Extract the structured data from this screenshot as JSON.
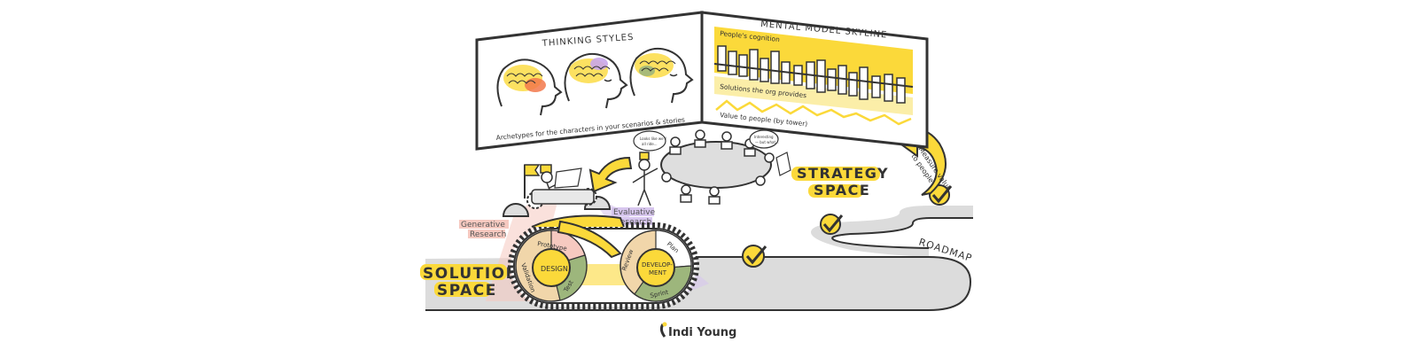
{
  "panels": {
    "thinking": {
      "title": "THINKING STYLES",
      "caption": "Archetypes for the characters in your scenarios & stories"
    },
    "skyline": {
      "title": "MENTAL MODEL SKYLINE",
      "cognition_label": "People's cognition",
      "solutions_label": "Solutions the org provides",
      "value_label": "Value to people (by tower)"
    }
  },
  "meeting": {
    "bubble_left": [
      "Looks like we'll",
      "all ride..."
    ],
    "bubble_right": [
      "Interesting",
      "— but what..."
    ]
  },
  "labels": {
    "strategy_space": [
      "STRATEGY",
      "SPACE"
    ],
    "solution_space": [
      "SOLUTION",
      "SPACE"
    ],
    "roadmap": "ROADMAP",
    "measure": [
      "Measure value",
      "to people"
    ],
    "generative": [
      "Generative",
      "Research"
    ],
    "evaluative": [
      "Evaluative",
      "Research"
    ],
    "design": "DESIGN",
    "development": [
      "DEVELOP-",
      "MENT"
    ],
    "design_cycle": {
      "top": "Prototype",
      "left": "Validation",
      "bottom": "Test"
    },
    "dev_cycle": {
      "top": "Plan",
      "left": "Review",
      "bottom": "Sprint"
    }
  },
  "logo": {
    "text": "Indi Young"
  },
  "colors": {
    "yellow": "#fbd93a",
    "pale_yellow": "#fbeea8",
    "ink": "#333333",
    "road": "#dcdcdc",
    "lavender": "#d7c6ee",
    "pink": "#f6c9c0",
    "green": "#9db67c",
    "peach": "#f1d6aa"
  }
}
